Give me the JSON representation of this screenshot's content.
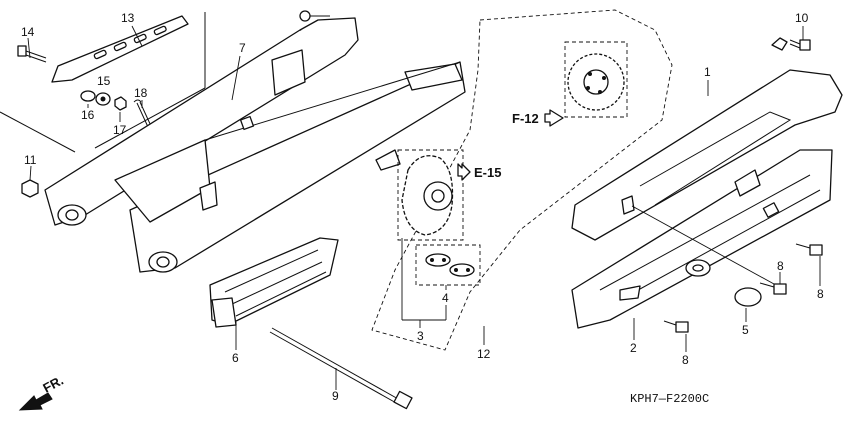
{
  "diagram": {
    "callouts": [
      {
        "id": "c1",
        "text": "1"
      },
      {
        "id": "c2",
        "text": "2"
      },
      {
        "id": "c3",
        "text": "3"
      },
      {
        "id": "c4",
        "text": "4"
      },
      {
        "id": "c5",
        "text": "5"
      },
      {
        "id": "c6",
        "text": "6"
      },
      {
        "id": "c7",
        "text": "7"
      },
      {
        "id": "c8a",
        "text": "8"
      },
      {
        "id": "c8b",
        "text": "8"
      },
      {
        "id": "c8c",
        "text": "8"
      },
      {
        "id": "c9",
        "text": "9"
      },
      {
        "id": "c10",
        "text": "10"
      },
      {
        "id": "c11",
        "text": "11"
      },
      {
        "id": "c12",
        "text": "12"
      },
      {
        "id": "c13",
        "text": "13"
      },
      {
        "id": "c14",
        "text": "14"
      },
      {
        "id": "c15",
        "text": "15"
      },
      {
        "id": "c16",
        "text": "16"
      },
      {
        "id": "c17",
        "text": "17"
      },
      {
        "id": "c18",
        "text": "18"
      }
    ],
    "refs": {
      "f12": "F-12",
      "e15": "E-15"
    },
    "front_label": "FR.",
    "drawing_code": "KPH7—F2200C"
  }
}
